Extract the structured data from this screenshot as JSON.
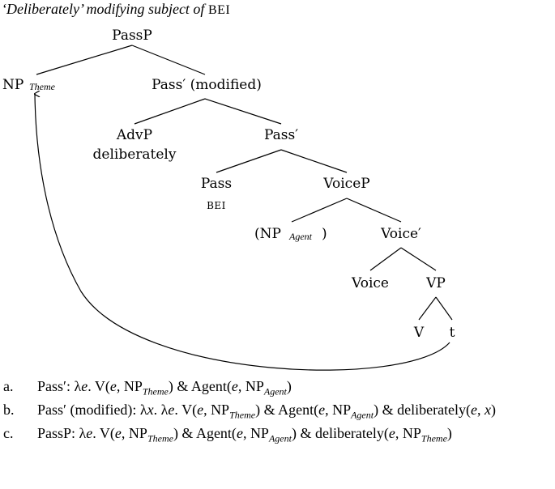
{
  "title": {
    "prefix": "‘Deliberately’ modifying subject of ",
    "sc": "BEI"
  },
  "tree": {
    "passp": "PassP",
    "np_theme": "NP",
    "np_theme_sub": "Theme",
    "passbar_mod": "Pass′ (modified)",
    "advp": "AdvP",
    "deliberately": "deliberately",
    "passbar": "Pass′",
    "pass": "Pass",
    "bei": "BEI",
    "voicep": "VoiceP",
    "np_agent_open": "(NP",
    "np_agent_sub": "Agent",
    "np_agent_close": ")",
    "voicebar": "Voice′",
    "voice": "Voice",
    "vp": "VP",
    "v": "V",
    "t": "t"
  },
  "glosses": [
    {
      "label": "a.",
      "text": "Pass′: λe. V(e, NP_Theme) & Agent(e, NP_Agent)"
    },
    {
      "label": "b.",
      "text": "Pass′ (modified): λx. λe. V(e, NP_Theme) & Agent(e, NP_Agent) & deliberately(e, x)"
    },
    {
      "label": "c.",
      "text": "PassP: λe. V(e, NP_Theme) & Agent(e, NP_Agent) & deliberately(e, NP_Theme)"
    }
  ]
}
